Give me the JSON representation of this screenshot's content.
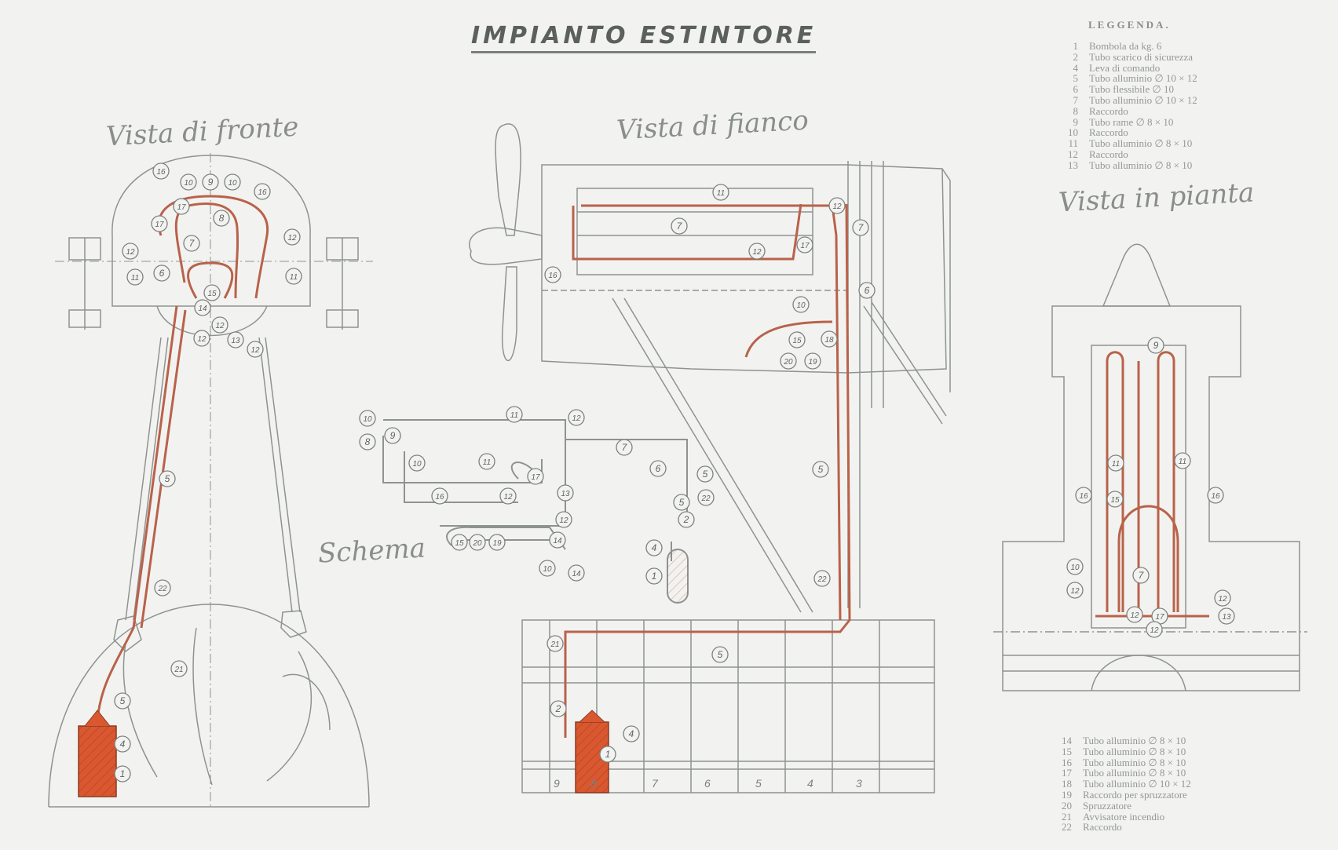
{
  "title": "IMPIANTO ESTINTORE",
  "labels": {
    "front": "Vista di fronte",
    "side": "Vista di fianco",
    "plan": "Vista in pianta",
    "schema": "Schema"
  },
  "legend": {
    "title": "LEGGENDA.",
    "items_a": [
      {
        "n": "1",
        "t": "Bombola da kg. 6"
      },
      {
        "n": "2",
        "t": "Tubo scarico di sicurezza"
      },
      {
        "n": "4",
        "t": "Leva di comando"
      },
      {
        "n": "5",
        "t": "Tubo alluminio ∅ 10 × 12"
      },
      {
        "n": "6",
        "t": "Tubo flessibile ∅ 10"
      },
      {
        "n": "7",
        "t": "Tubo alluminio ∅ 10 × 12"
      },
      {
        "n": "8",
        "t": "Raccordo"
      },
      {
        "n": "9",
        "t": "Tubo rame ∅ 8 × 10"
      },
      {
        "n": "10",
        "t": "Raccordo"
      },
      {
        "n": "11",
        "t": "Tubo alluminio ∅ 8 × 10"
      },
      {
        "n": "12",
        "t": "Raccordo"
      },
      {
        "n": "13",
        "t": "Tubo alluminio ∅ 8 × 10"
      }
    ],
    "items_b": [
      {
        "n": "14",
        "t": "Tubo alluminio ∅ 8 × 10"
      },
      {
        "n": "15",
        "t": "Tubo alluminio ∅ 8 × 10"
      },
      {
        "n": "16",
        "t": "Tubo alluminio ∅ 8 × 10"
      },
      {
        "n": "17",
        "t": "Tubo alluminio ∅ 8 × 10"
      },
      {
        "n": "18",
        "t": "Tubo alluminio ∅ 10 × 12"
      },
      {
        "n": "19",
        "t": "Raccordo per spruzzatore"
      },
      {
        "n": "20",
        "t": "Spruzzatore"
      },
      {
        "n": "21",
        "t": "Avvisatore incendio"
      },
      {
        "n": "22",
        "t": "Raccordo"
      }
    ]
  },
  "callouts": {
    "front": [
      "16",
      "10",
      "9",
      "10",
      "16",
      "17",
      "8",
      "17",
      "12",
      "7",
      "12",
      "6",
      "11",
      "11",
      "15",
      "14",
      "12",
      "12",
      "13",
      "12",
      "5",
      "22",
      "21",
      "5",
      "4",
      "1"
    ],
    "side": [
      "11",
      "7",
      "12",
      "7",
      "12",
      "17",
      "16",
      "6",
      "10",
      "15",
      "20",
      "19",
      "18",
      "5",
      "22",
      "21",
      "5",
      "2",
      "4",
      "1"
    ],
    "schema": [
      "10",
      "11",
      "12",
      "8",
      "9",
      "10",
      "11",
      "7",
      "16",
      "17",
      "12",
      "13",
      "6",
      "5",
      "5",
      "22",
      "12",
      "2",
      "15",
      "20",
      "19",
      "14",
      "10",
      "14",
      "4",
      "1"
    ],
    "plan": [
      "9",
      "11",
      "11",
      "16",
      "15",
      "16",
      "7",
      "10",
      "12",
      "12",
      "17",
      "12",
      "13",
      "12"
    ]
  },
  "frame_numbers": [
    "9",
    "8",
    "7",
    "6",
    "5",
    "4",
    "3"
  ],
  "colors": {
    "pipe": "#b9624a",
    "bottle": "#d9582f",
    "ink": "#8e9390",
    "paper": "#f2f3f1"
  }
}
